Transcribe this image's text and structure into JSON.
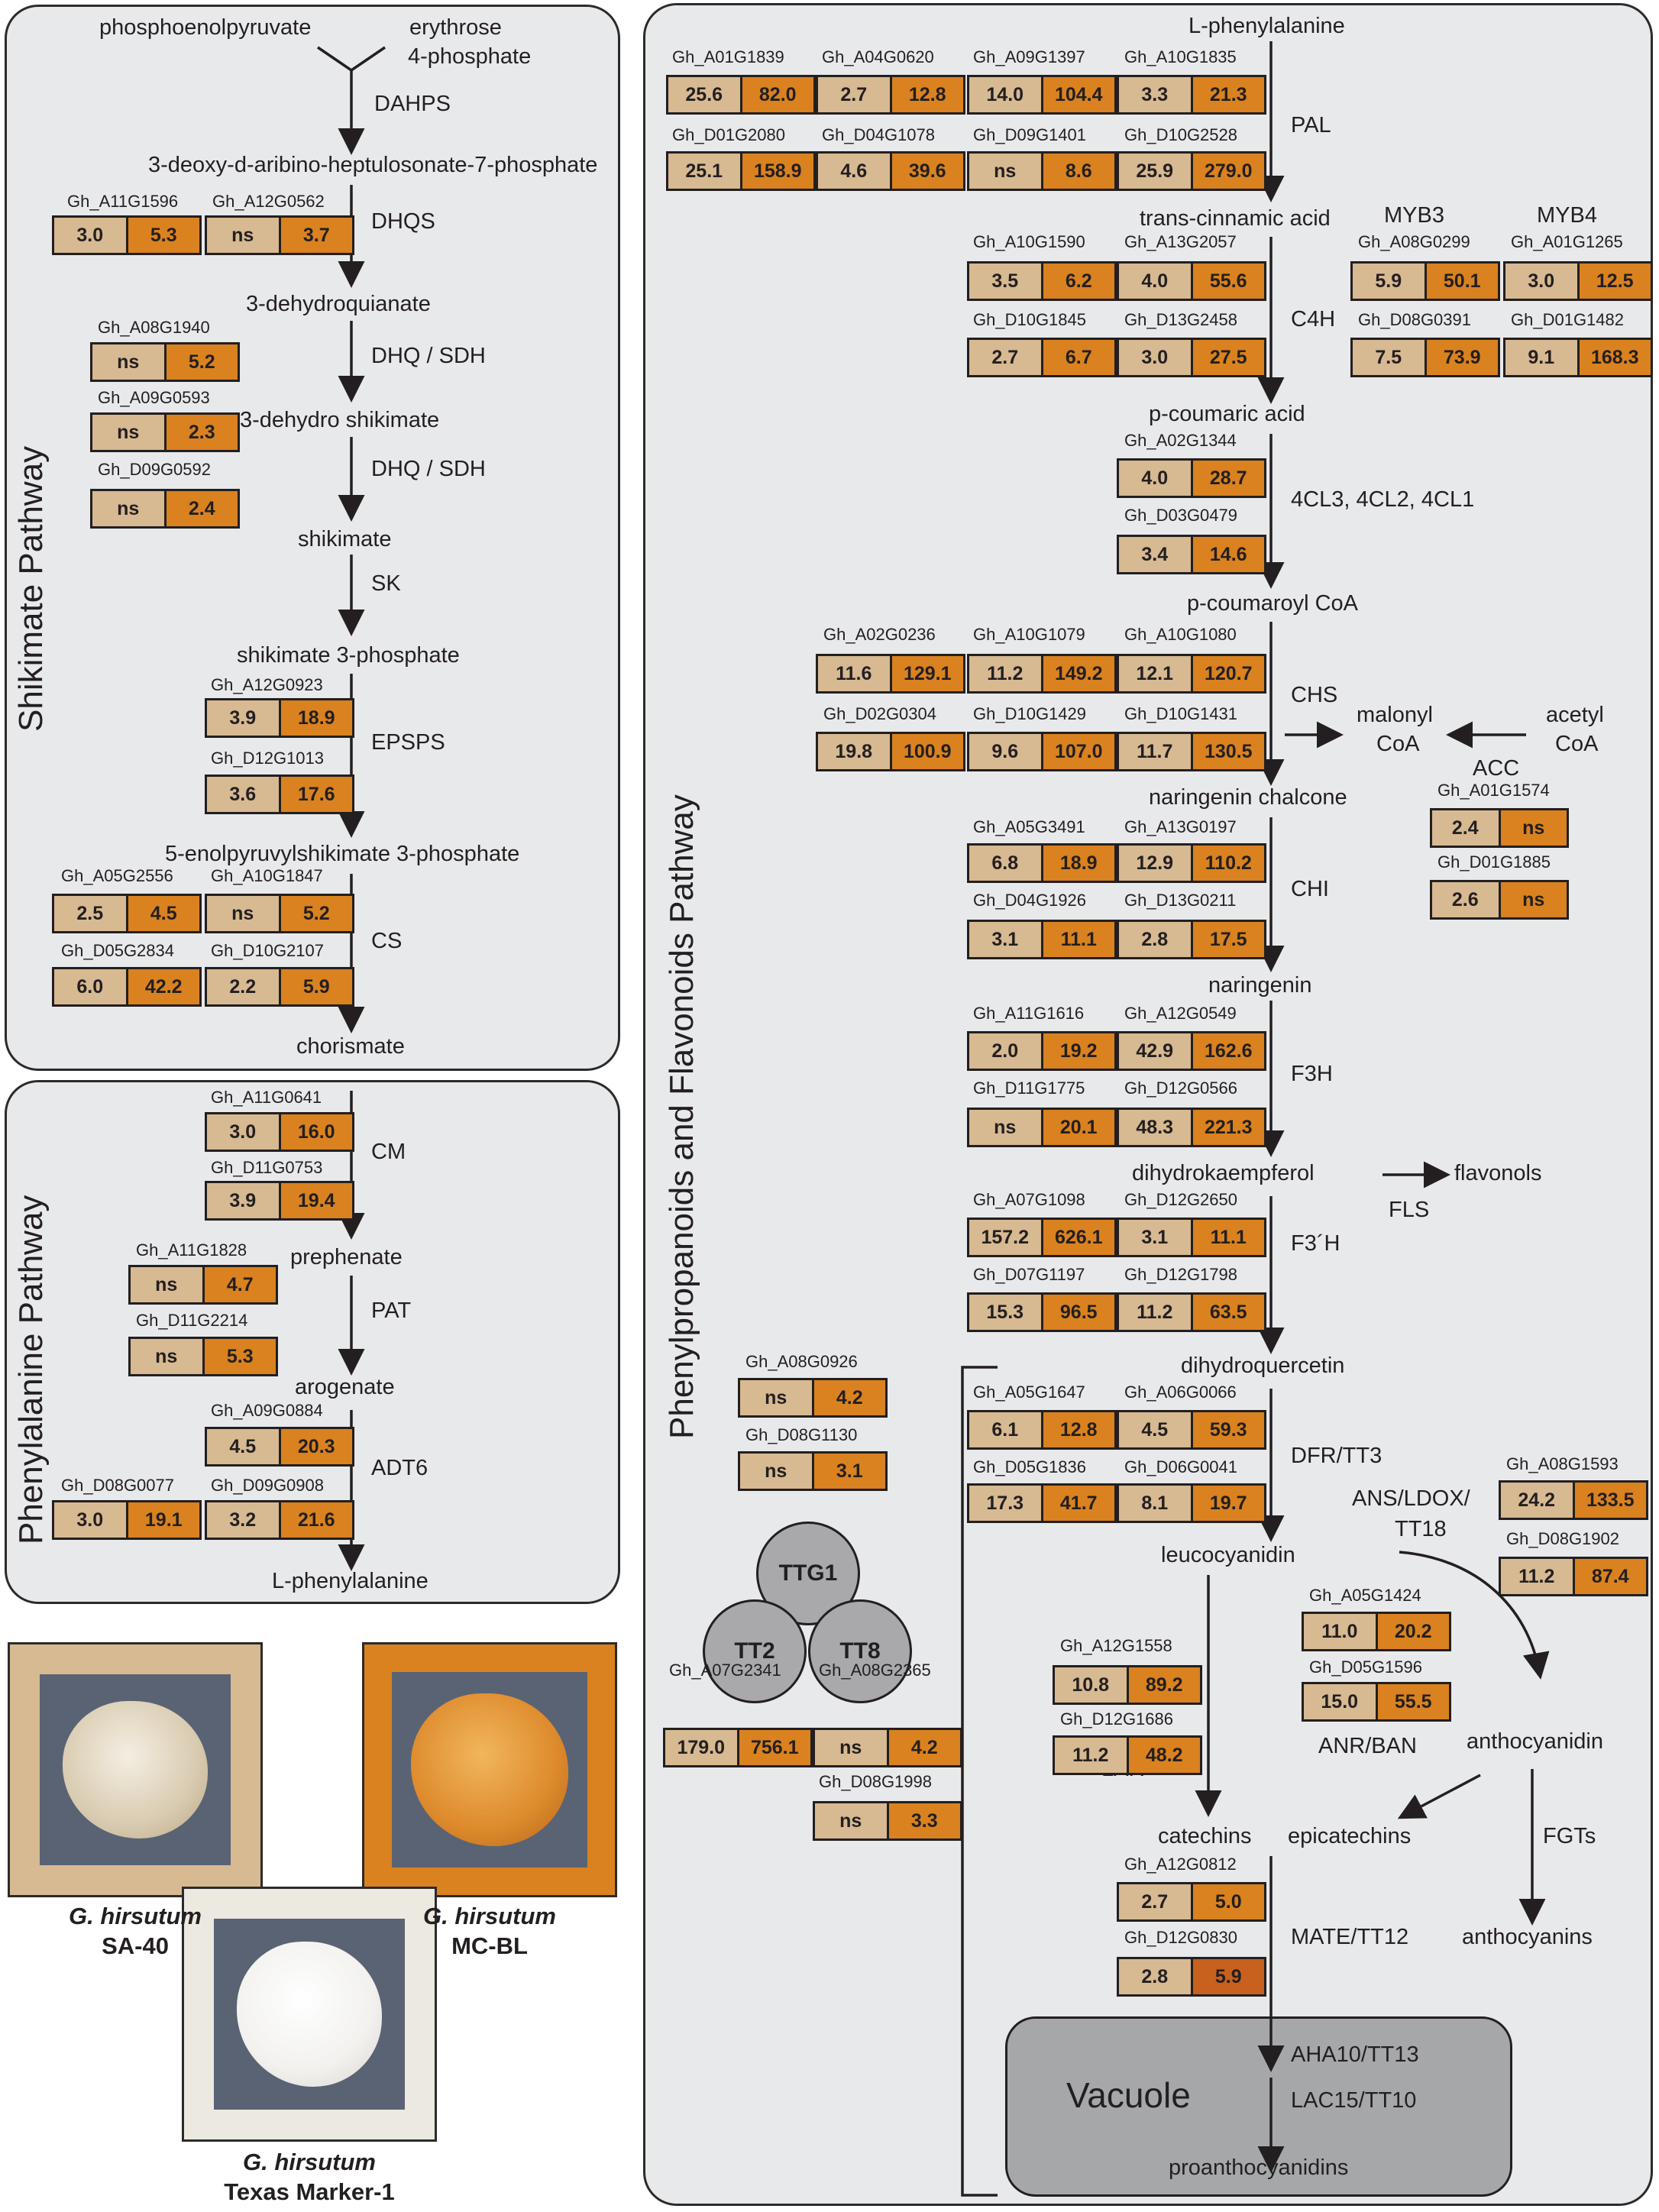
{
  "colors": {
    "panel": "#e8e9eb",
    "sa40": "#d7b992",
    "mcbl": "#d9821f",
    "mcbl_dark": "#c8601e",
    "vacuole": "#a6a7a9",
    "circle": "#a9a9ab"
  },
  "panels": {
    "shikimate": "Shikimate Pathway",
    "phenylalanine": "Phenylalanine Pathway",
    "phenylpropanoid": "Phenylpropanoids and Flavonoids Pathway"
  },
  "metabolites": {
    "pep": "phosphoenolpyruvate",
    "e4p1": "erythrose",
    "e4p2": "4-phosphate",
    "dahp": "3-deoxy-d-aribino-heptulosonate-7-phosphate",
    "dhq": "3-dehydroquianate",
    "dhs": "3-dehydro shikimate",
    "shikimate": "shikimate",
    "s3p": "shikimate 3-phosphate",
    "epsp": "5-enolpyruvylshikimate 3-phosphate",
    "chorismate": "chorismate",
    "prephenate": "prephenate",
    "arogenate": "arogenate",
    "lphe_bottom": "L-phenylalanine",
    "lphe_top": "L-phenylalanine",
    "cinnamic": "trans-cinnamic acid",
    "coumaric": "p-coumaric acid",
    "coumaroyl": "p-coumaroyl CoA",
    "malonyl1": "malonyl",
    "malonyl2": "CoA",
    "acetyl1": "acetyl",
    "acetyl2": "CoA",
    "chalcone": "naringenin chalcone",
    "naringenin": "naringenin",
    "dhk": "dihydrokaempferol",
    "flavonols": "flavonols",
    "dhq2": "dihydroquercetin",
    "leuco": "leucocyanidin",
    "anthocyanidin": "anthocyanidin",
    "anthocyanins": "anthocyanins",
    "catechins": "catechins",
    "epicatechins": "epicatechins",
    "proantho": "proanthocyanidins",
    "vacuole": "Vacuole"
  },
  "enzymes": {
    "dahps": "DAHPS",
    "dhqs": "DHQS",
    "dhqsdh1": "DHQ / SDH",
    "dhqsdh2": "DHQ / SDH",
    "sk": "SK",
    "epsps": "EPSPS",
    "cs": "CS",
    "cm": "CM",
    "pat": "PAT",
    "adt6": "ADT6",
    "pal": "PAL",
    "c4h": "C4H",
    "fourcl": "4CL3, 4CL2, 4CL1",
    "chs": "CHS",
    "acc": "ACC",
    "chi": "CHI",
    "f3h": "F3H",
    "fls": "FLS",
    "f3ph": "F3´H",
    "dfr": "DFR/TT3",
    "ans1": "ANS/LDOX/",
    "ans2": "TT18",
    "lar": "LAR",
    "anr": "ANR/BAN",
    "fgts": "FGTs",
    "mate": "MATE/TT12",
    "aha": "AHA10/TT13",
    "lac": "LAC15/TT10",
    "myb3": "MYB3",
    "myb4": "MYB4"
  },
  "tf_complex": {
    "ttg1": "TTG1",
    "tt2": "TT2",
    "tt8": "TT8"
  },
  "genes": [
    {
      "id": "Gh_A11G1596",
      "sa": "3.0",
      "mc": "5.3"
    },
    {
      "id": "Gh_A12G0562",
      "sa": "ns",
      "mc": "3.7"
    },
    {
      "id": "Gh_A08G1940",
      "sa": "ns",
      "mc": "5.2"
    },
    {
      "id": "Gh_A09G0593",
      "sa": "ns",
      "mc": "2.3"
    },
    {
      "id": "Gh_D09G0592",
      "sa": "ns",
      "mc": "2.4"
    },
    {
      "id": "Gh_A12G0923",
      "sa": "3.9",
      "mc": "18.9"
    },
    {
      "id": "Gh_D12G1013",
      "sa": "3.6",
      "mc": "17.6"
    },
    {
      "id": "Gh_A05G2556",
      "sa": "2.5",
      "mc": "4.5"
    },
    {
      "id": "Gh_A10G1847",
      "sa": "ns",
      "mc": "5.2"
    },
    {
      "id": "Gh_D05G2834",
      "sa": "6.0",
      "mc": "42.2"
    },
    {
      "id": "Gh_D10G2107",
      "sa": "2.2",
      "mc": "5.9"
    },
    {
      "id": "Gh_A11G0641",
      "sa": "3.0",
      "mc": "16.0"
    },
    {
      "id": "Gh_D11G0753",
      "sa": "3.9",
      "mc": "19.4"
    },
    {
      "id": "Gh_A11G1828",
      "sa": "ns",
      "mc": "4.7"
    },
    {
      "id": "Gh_D11G2214",
      "sa": "ns",
      "mc": "5.3"
    },
    {
      "id": "Gh_A09G0884",
      "sa": "4.5",
      "mc": "20.3"
    },
    {
      "id": "Gh_D08G0077",
      "sa": "3.0",
      "mc": "19.1"
    },
    {
      "id": "Gh_D09G0908",
      "sa": "3.2",
      "mc": "21.6"
    },
    {
      "id": "Gh_A01G1839",
      "sa": "25.6",
      "mc": "82.0"
    },
    {
      "id": "Gh_A04G0620",
      "sa": "2.7",
      "mc": "12.8"
    },
    {
      "id": "Gh_A09G1397",
      "sa": "14.0",
      "mc": "104.4"
    },
    {
      "id": "Gh_A10G1835",
      "sa": "3.3",
      "mc": "21.3"
    },
    {
      "id": "Gh_D01G2080",
      "sa": "25.1",
      "mc": "158.9"
    },
    {
      "id": "Gh_D04G1078",
      "sa": "4.6",
      "mc": "39.6"
    },
    {
      "id": "Gh_D09G1401",
      "sa": "ns",
      "mc": "8.6"
    },
    {
      "id": "Gh_D10G2528",
      "sa": "25.9",
      "mc": "279.0"
    },
    {
      "id": "Gh_A10G1590",
      "sa": "3.5",
      "mc": "6.2"
    },
    {
      "id": "Gh_A13G2057",
      "sa": "4.0",
      "mc": "55.6"
    },
    {
      "id": "Gh_D10G1845",
      "sa": "2.7",
      "mc": "6.7"
    },
    {
      "id": "Gh_D13G2458",
      "sa": "3.0",
      "mc": "27.5"
    },
    {
      "id": "Gh_A08G0299",
      "sa": "5.9",
      "mc": "50.1"
    },
    {
      "id": "Gh_A01G1265",
      "sa": "3.0",
      "mc": "12.5"
    },
    {
      "id": "Gh_D08G0391",
      "sa": "7.5",
      "mc": "73.9"
    },
    {
      "id": "Gh_D01G1482",
      "sa": "9.1",
      "mc": "168.3"
    },
    {
      "id": "Gh_A02G1344",
      "sa": "4.0",
      "mc": "28.7"
    },
    {
      "id": "Gh_D03G0479",
      "sa": "3.4",
      "mc": "14.6"
    },
    {
      "id": "Gh_A02G0236",
      "sa": "11.6",
      "mc": "129.1"
    },
    {
      "id": "Gh_A10G1079",
      "sa": "11.2",
      "mc": "149.2"
    },
    {
      "id": "Gh_A10G1080",
      "sa": "12.1",
      "mc": "120.7"
    },
    {
      "id": "Gh_D02G0304",
      "sa": "19.8",
      "mc": "100.9"
    },
    {
      "id": "Gh_D10G1429",
      "sa": "9.6",
      "mc": "107.0"
    },
    {
      "id": "Gh_D10G1431",
      "sa": "11.7",
      "mc": "130.5"
    },
    {
      "id": "Gh_A01G1574",
      "sa": "2.4",
      "mc": "ns"
    },
    {
      "id": "Gh_D01G1885",
      "sa": "2.6",
      "mc": "ns"
    },
    {
      "id": "Gh_A05G3491",
      "sa": "6.8",
      "mc": "18.9"
    },
    {
      "id": "Gh_A13G0197",
      "sa": "12.9",
      "mc": "110.2"
    },
    {
      "id": "Gh_D04G1926",
      "sa": "3.1",
      "mc": "11.1"
    },
    {
      "id": "Gh_D13G0211",
      "sa": "2.8",
      "mc": "17.5"
    },
    {
      "id": "Gh_A11G1616",
      "sa": "2.0",
      "mc": "19.2"
    },
    {
      "id": "Gh_A12G0549",
      "sa": "42.9",
      "mc": "162.6"
    },
    {
      "id": "Gh_D11G1775",
      "sa": "ns",
      "mc": "20.1"
    },
    {
      "id": "Gh_D12G0566",
      "sa": "48.3",
      "mc": "221.3"
    },
    {
      "id": "Gh_A07G1098",
      "sa": "157.2",
      "mc": "626.1"
    },
    {
      "id": "Gh_D12G2650",
      "sa": "3.1",
      "mc": "11.1"
    },
    {
      "id": "Gh_D07G1197",
      "sa": "15.3",
      "mc": "96.5"
    },
    {
      "id": "Gh_D12G1798",
      "sa": "11.2",
      "mc": "63.5"
    },
    {
      "id": "Gh_A08G0926",
      "sa": "ns",
      "mc": "4.2"
    },
    {
      "id": "Gh_D08G1130",
      "sa": "ns",
      "mc": "3.1"
    },
    {
      "id": "Gh_A05G1647",
      "sa": "6.1",
      "mc": "12.8"
    },
    {
      "id": "Gh_A06G0066",
      "sa": "4.5",
      "mc": "59.3"
    },
    {
      "id": "Gh_D05G1836",
      "sa": "17.3",
      "mc": "41.7"
    },
    {
      "id": "Gh_D06G0041",
      "sa": "8.1",
      "mc": "19.7"
    },
    {
      "id": "Gh_A08G1593",
      "sa": "24.2",
      "mc": "133.5"
    },
    {
      "id": "Gh_D08G1902",
      "sa": "11.2",
      "mc": "87.4"
    },
    {
      "id": "Gh_A12G1558",
      "sa": "10.8",
      "mc": "89.2"
    },
    {
      "id": "Gh_D12G1686",
      "sa": "11.2",
      "mc": "48.2"
    },
    {
      "id": "Gh_A05G1424",
      "sa": "11.0",
      "mc": "20.2"
    },
    {
      "id": "Gh_D05G1596",
      "sa": "15.0",
      "mc": "55.5"
    },
    {
      "id": "Gh_A07G2341",
      "sa": "179.0",
      "mc": "756.1"
    },
    {
      "id": "Gh_A08G2365",
      "sa": "ns",
      "mc": "4.2"
    },
    {
      "id": "Gh_D08G1998",
      "sa": "ns",
      "mc": "3.3"
    },
    {
      "id": "Gh_A12G0812",
      "sa": "2.7",
      "mc": "5.0"
    },
    {
      "id": "Gh_D12G0830",
      "sa": "2.8",
      "mc": "5.9"
    }
  ],
  "photos": {
    "sa40": {
      "species": "G. hirsutum",
      "line": "SA-40"
    },
    "mcbl": {
      "species": "G. hirsutum",
      "line": "MC-BL"
    },
    "tm1": {
      "species": "G. hirsutum",
      "line": "Texas Marker-1"
    }
  }
}
